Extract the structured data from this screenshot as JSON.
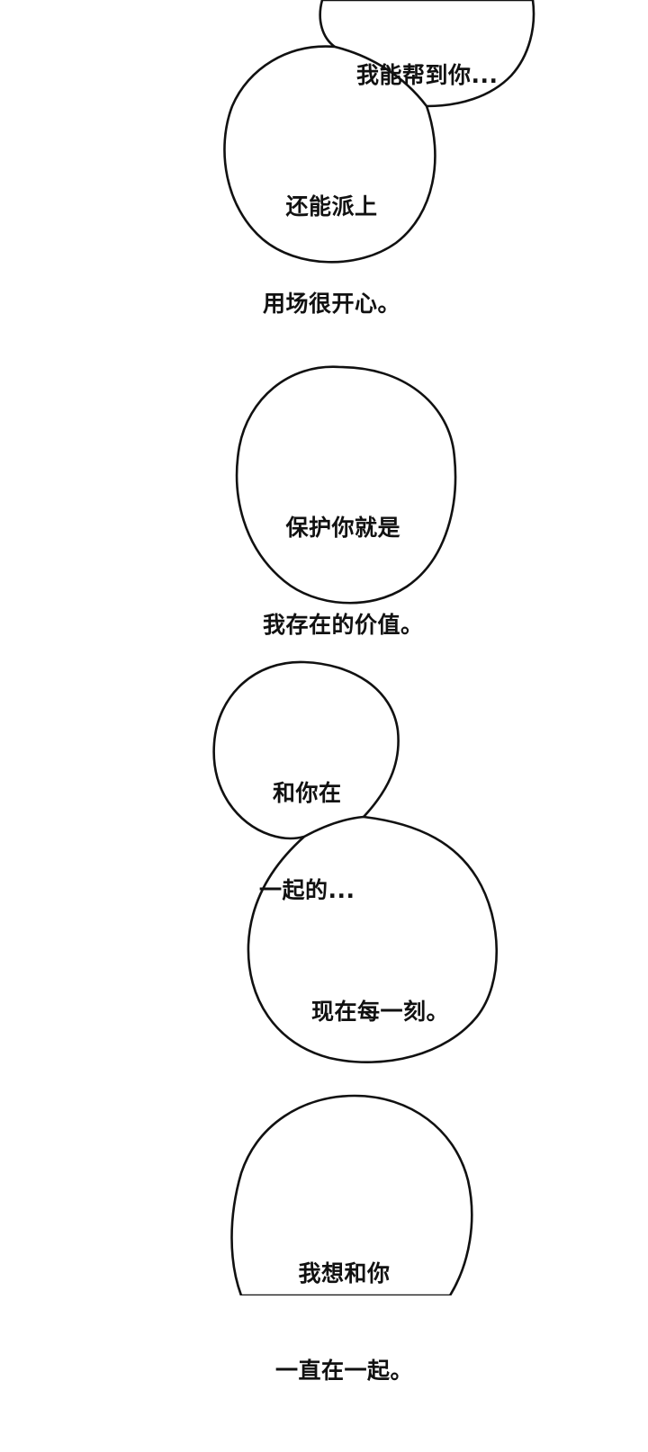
{
  "bubbles": [
    {
      "lines": [
        "我能帮到你..."
      ]
    },
    {
      "lines": [
        "还能派上",
        "用场很开心。"
      ]
    },
    {
      "lines": [
        "保护你就是",
        "我存在的价值。"
      ]
    },
    {
      "lines": [
        "和你在",
        "一起的..."
      ]
    },
    {
      "lines": [
        "现在每一刻。"
      ]
    },
    {
      "lines": [
        "我想和你",
        "一直在一起。"
      ]
    }
  ]
}
